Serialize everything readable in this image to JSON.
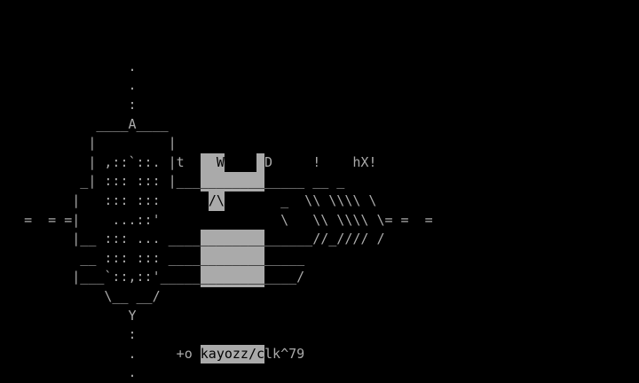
{
  "colors": {
    "foreground": "#aaaaaa",
    "background": "#000000",
    "highlight": "#aaaaaa"
  },
  "terminal": {
    "rows": [
      {
        "line": 3,
        "segments": [
          {
            "t": "                ."
          }
        ]
      },
      {
        "line": 4,
        "segments": [
          {
            "t": "                ."
          }
        ]
      },
      {
        "line": 5,
        "segments": [
          {
            "t": "                :"
          }
        ]
      },
      {
        "line": 6,
        "segments": [
          {
            "t": "            ____A____"
          }
        ]
      },
      {
        "line": 7,
        "segments": [
          {
            "t": "           |         |"
          }
        ]
      },
      {
        "line": 8,
        "segments": [
          {
            "t": "           | ,::`::. |t  "
          },
          {
            "t": "  W",
            "hl": true
          },
          {
            "t": "    "
          },
          {
            "t": " ",
            "hl": true
          },
          {
            "t": "D     !    hX!"
          }
        ]
      },
      {
        "line": 9,
        "segments": [
          {
            "t": "          _| ::: ::: |___"
          },
          {
            "t": "________",
            "hl": true
          },
          {
            "t": "_____ __ _"
          }
        ]
      },
      {
        "line": 10,
        "segments": [
          {
            "t": "         |   ::: :::      "
          },
          {
            "t": "/\\",
            "hl": true
          },
          {
            "t": "       _  \\\\ \\\\\\\\ \\"
          }
        ]
      },
      {
        "line": 11,
        "segments": [
          {
            "t": "   =  = =|    ...::'               \\   \\\\ \\\\\\\\ \\= =  ="
          }
        ]
      },
      {
        "line": 12,
        "segments": [
          {
            "t": "         |__ ::: ... ____"
          },
          {
            "t": "________",
            "hl": true
          },
          {
            "t": "______//_//// /"
          }
        ]
      },
      {
        "line": 13,
        "segments": [
          {
            "t": "          __ ::: ::: ____"
          },
          {
            "t": "________",
            "hl": true
          },
          {
            "t": "_____"
          }
        ]
      },
      {
        "line": 14,
        "segments": [
          {
            "t": "         |___`::,::'_____"
          },
          {
            "t": "________",
            "hl": true
          },
          {
            "t": "____/"
          }
        ]
      },
      {
        "line": 15,
        "segments": [
          {
            "t": "             \\__ __/"
          }
        ]
      },
      {
        "line": 16,
        "segments": [
          {
            "t": "                Y"
          }
        ]
      },
      {
        "line": 17,
        "segments": [
          {
            "t": "                :"
          }
        ]
      },
      {
        "line": 18,
        "segments": [
          {
            "t": "                .     +o "
          },
          {
            "t": "kayozz/c",
            "hl": true
          },
          {
            "t": "lk^79"
          }
        ]
      },
      {
        "line": 19,
        "segments": [
          {
            "t": "                ."
          }
        ]
      }
    ]
  }
}
